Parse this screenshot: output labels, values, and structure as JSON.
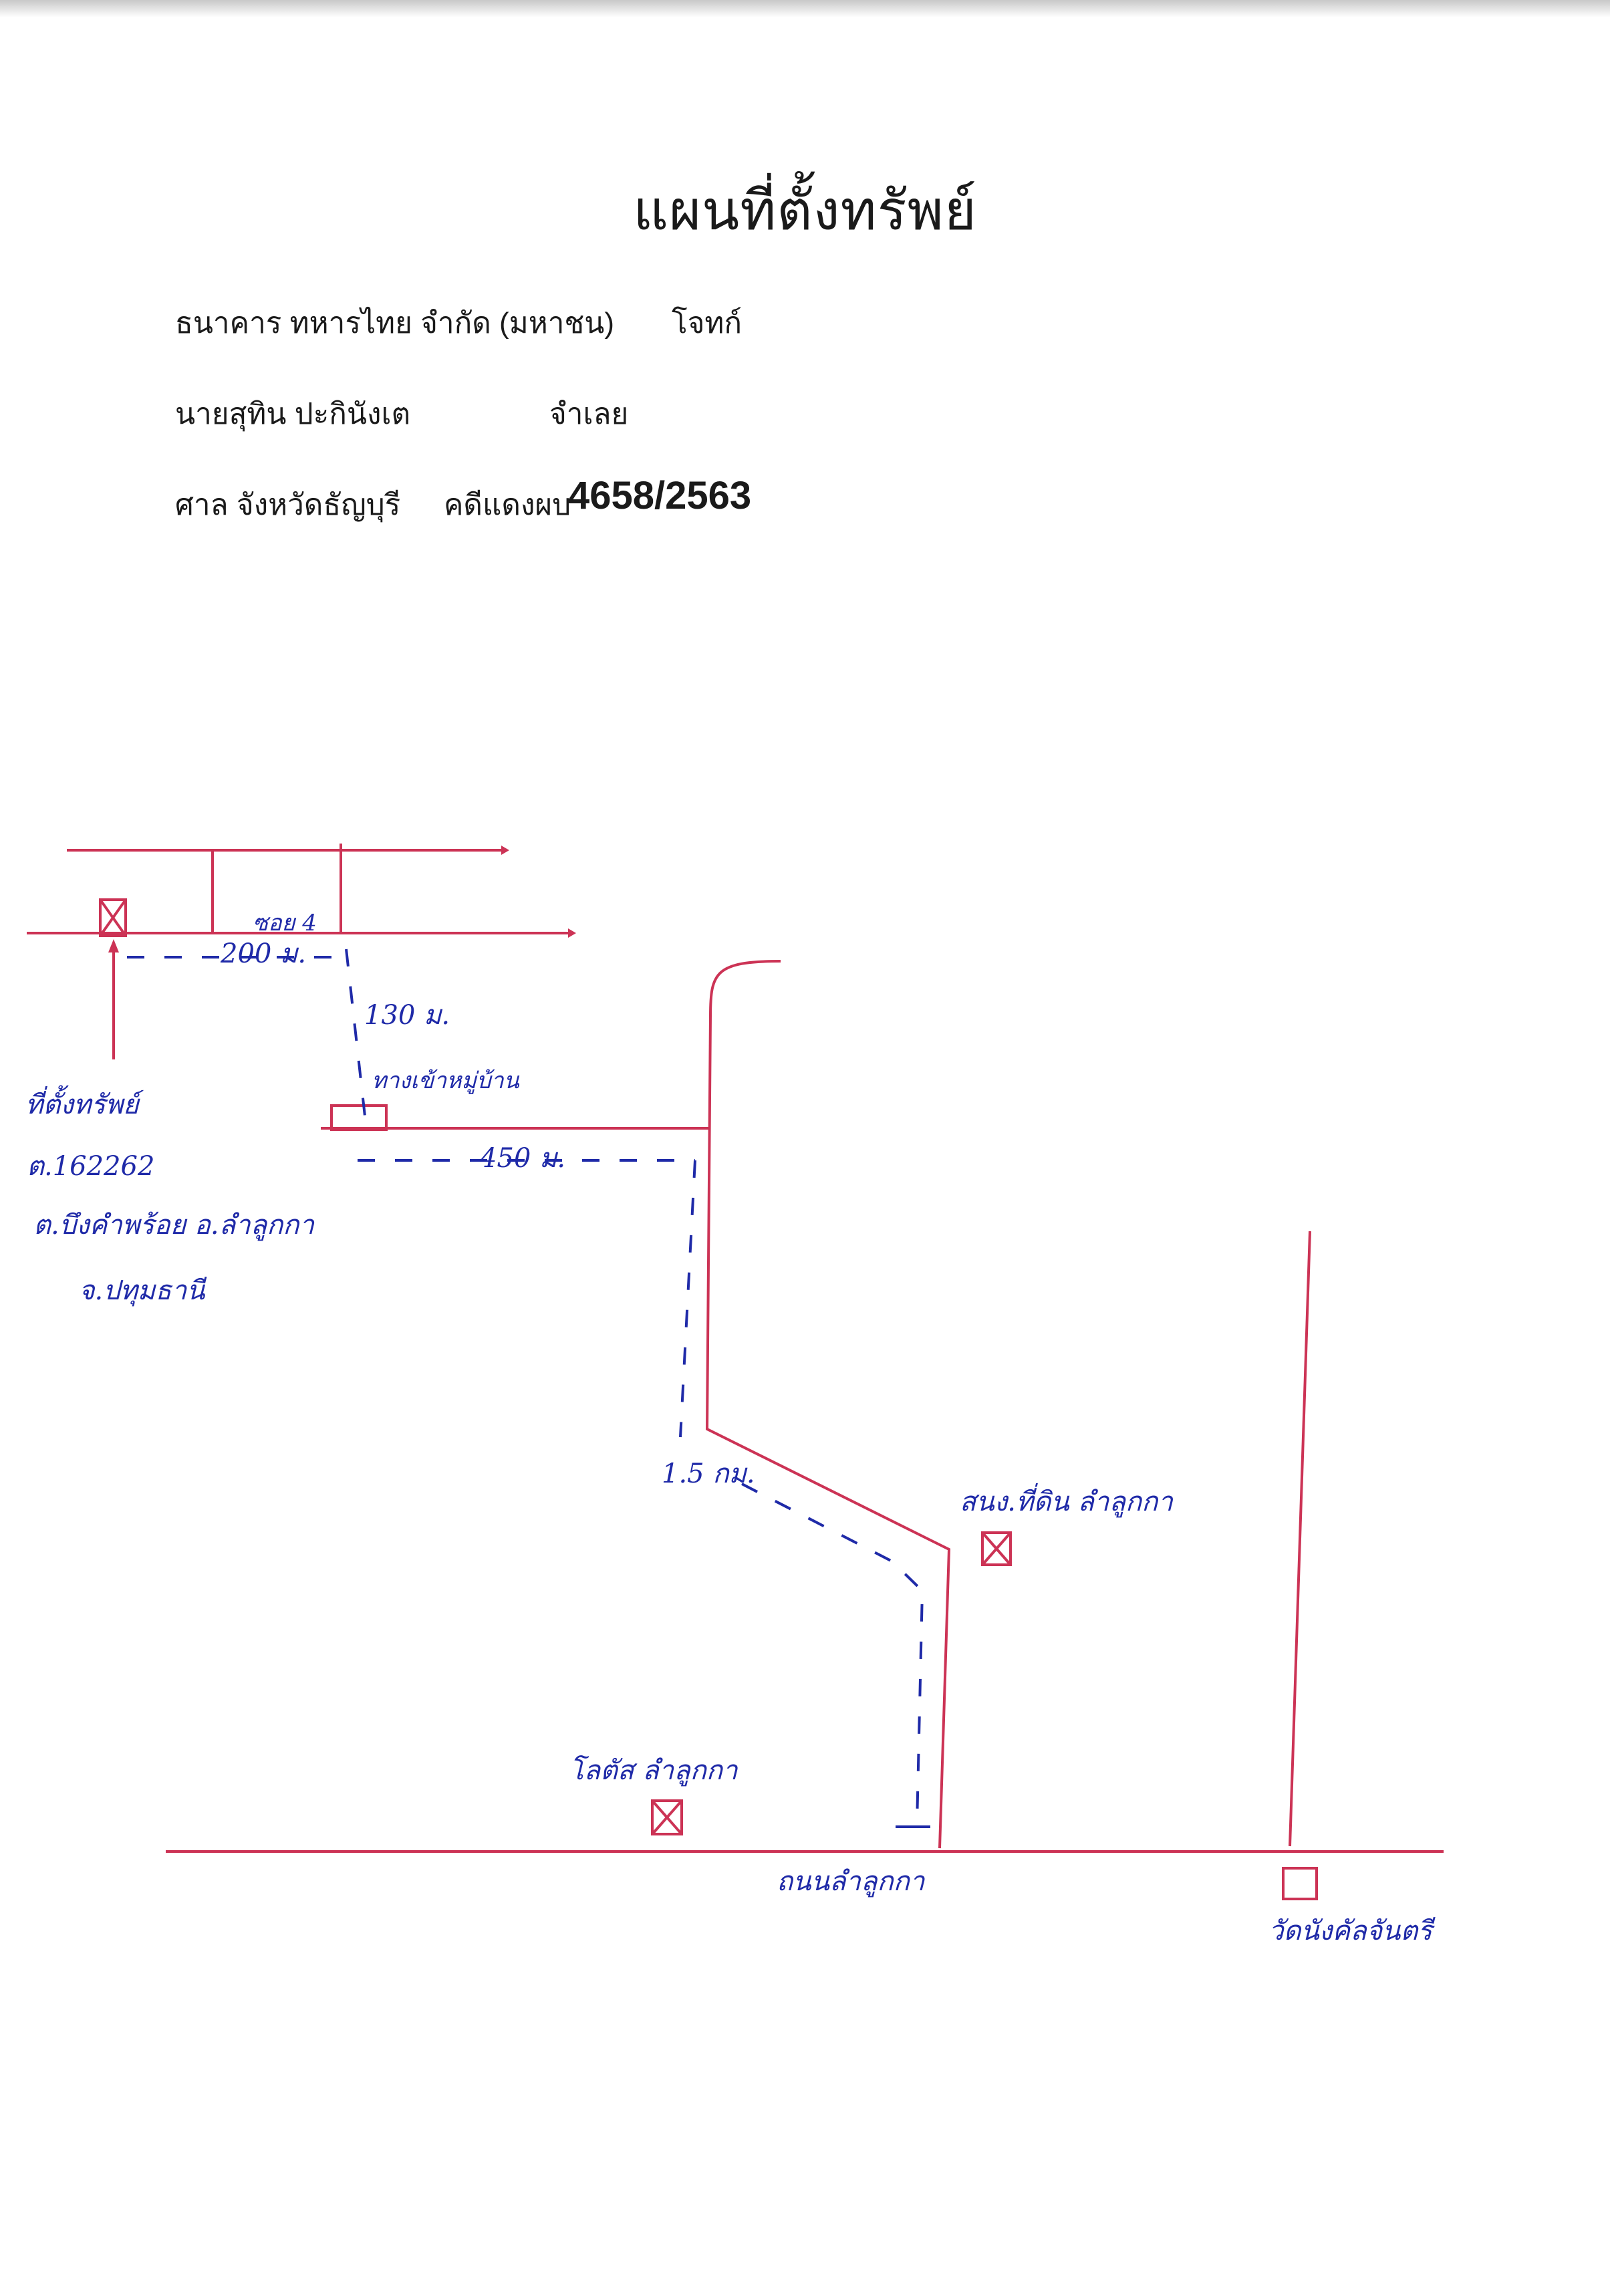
{
  "title": "แผนที่ตั้งทรัพย์",
  "header": {
    "plaintiff_name": "ธนาคาร ทหารไทย จำกัด (มหาชน)",
    "plaintiff_role": "โจทก์",
    "defendant_name": "นายสุทิน ปะกินังเต",
    "defendant_role": "จำเลย",
    "court": "ศาล  จังหวัดธัญบุรี",
    "case_label": "คดีแดงผบ",
    "case_number": "4658/2563"
  },
  "map_labels": {
    "soi": "ซอย 4",
    "dist_200": "200 ม.",
    "dist_130": "130 ม.",
    "village_entrance": "ทางเข้าหมู่บ้าน",
    "dist_450": "450 ม.",
    "property": "ที่ตั้งทรัพย์",
    "deed": "ต.162262",
    "subdistrict_district": "ต.บึงคำพร้อย อ.ลำลูกกา",
    "province": "จ.ปทุมธานี",
    "dist_1_5km": "1.5 กม.",
    "land_office": "สนง.ที่ดิน ลำลูกกา",
    "lotus": "โลตัส ลำลูกกา",
    "main_road": "ถนนลำลูกกา",
    "temple": "วัดนังคัลจันตรี"
  },
  "colors": {
    "road_lines": "#cc3355",
    "handwriting": "#1f2aa8"
  }
}
